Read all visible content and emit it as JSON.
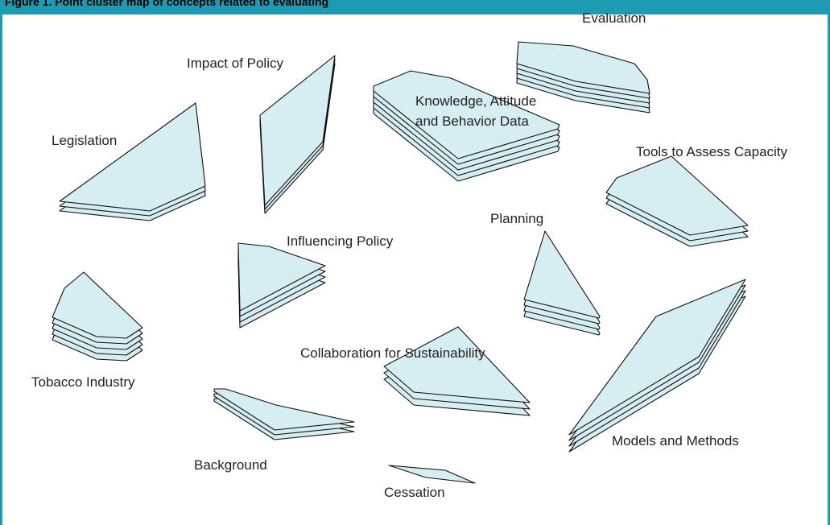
{
  "header": {
    "title": "Figure 1. Point cluster map of concepts related to evaluating"
  },
  "colors": {
    "frame": "#1e9bb3",
    "sheet_fill": "#d6edf2",
    "sheet_stroke": "#111111"
  },
  "clusters": [
    {
      "name": "Evaluation"
    },
    {
      "name": "Impact of Policy"
    },
    {
      "name": "Knowledge, Attitude and Behavior Data"
    },
    {
      "name": "Legislation"
    },
    {
      "name": "Tools to Assess Capacity"
    },
    {
      "name": "Planning"
    },
    {
      "name": "Influencing Policy"
    },
    {
      "name": "Tobacco Industry"
    },
    {
      "name": "Collaboration for Sustainability"
    },
    {
      "name": "Background"
    },
    {
      "name": "Models and Methods"
    },
    {
      "name": "Cessation"
    }
  ]
}
